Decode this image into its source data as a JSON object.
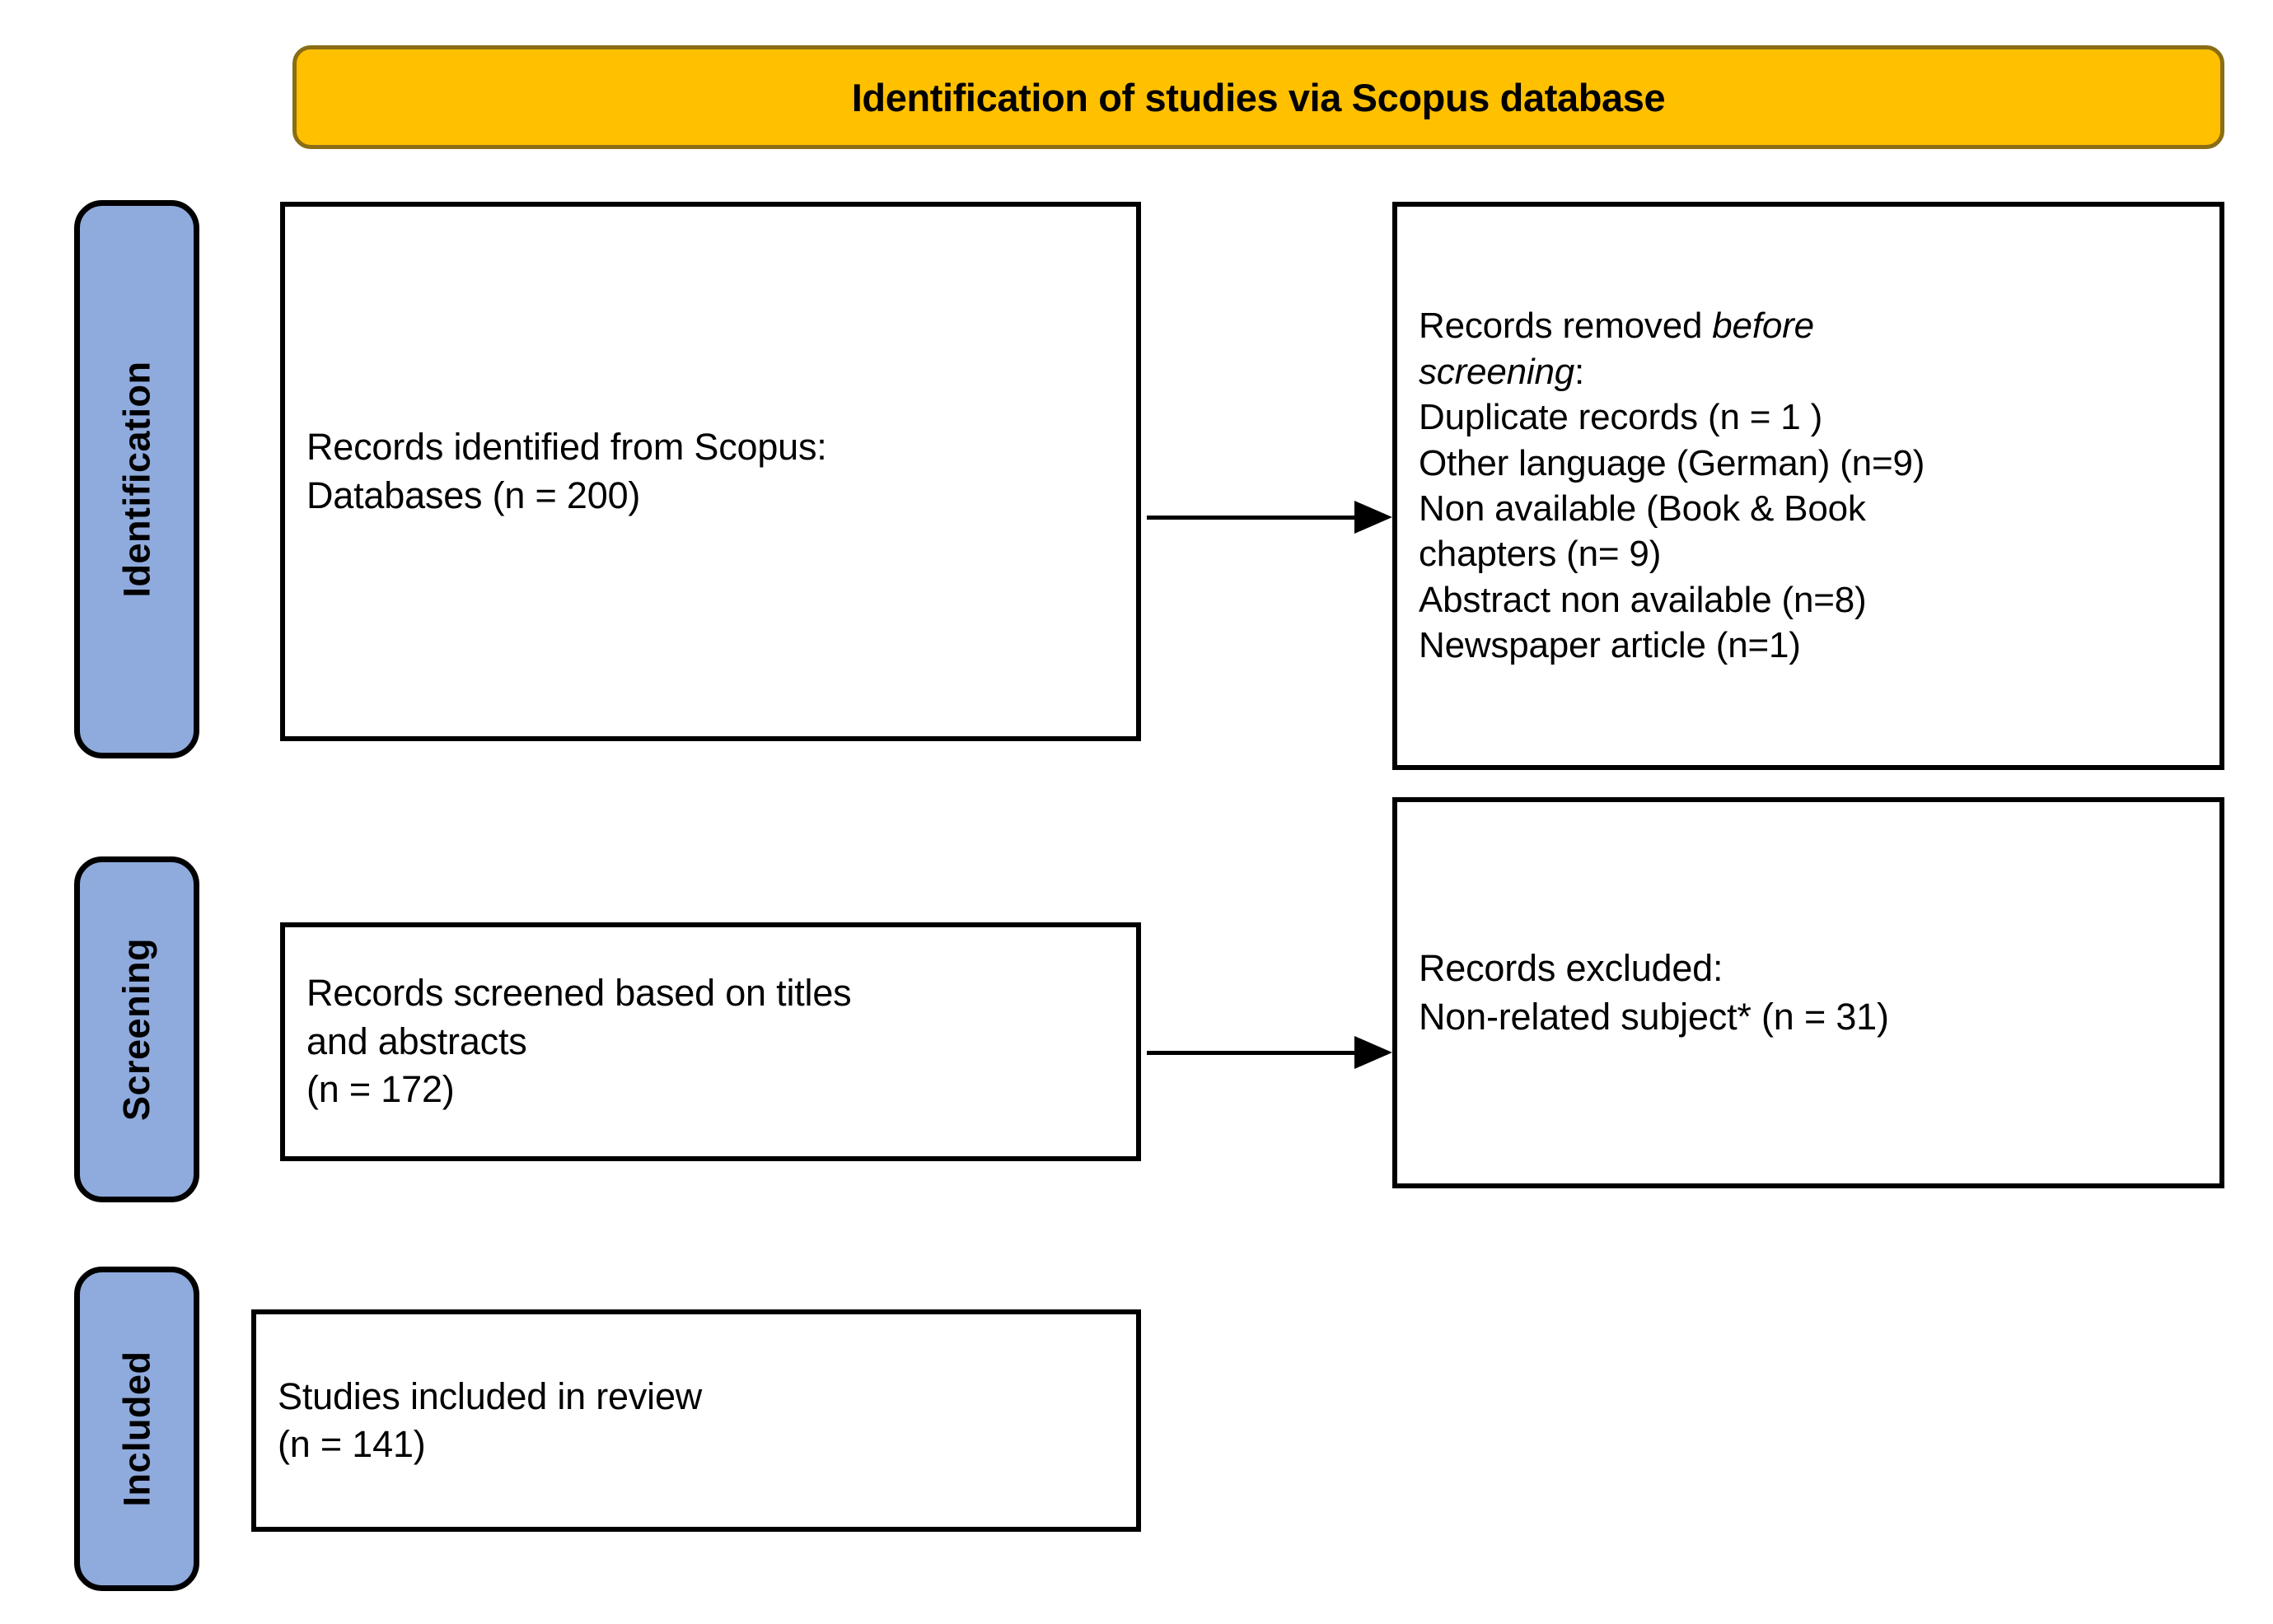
{
  "banner": {
    "title": "Identification of studies via Scopus database",
    "fill_color": "#FFC000",
    "border_color": "#8A6D14"
  },
  "stages": [
    {
      "id": "identification",
      "label": "Identification",
      "fill_color": "#8FAADC"
    },
    {
      "id": "screening",
      "label": "Screening",
      "fill_color": "#8FAADC"
    },
    {
      "id": "included",
      "label": "Included",
      "fill_color": "#8FAADC"
    }
  ],
  "boxes": {
    "identified": {
      "lines": [
        "Records identified from Scopus:",
        "Databases (n = 200)"
      ]
    },
    "removed": {
      "heading_prefix": "Records removed ",
      "heading_italic_1": "before",
      "heading_italic_2": "screening",
      "heading_suffix": ":",
      "lines": [
        "Duplicate records (n = 1 )",
        "Other language (German) (n=9)",
        "Non available (Book & Book",
        "chapters (n= 9)",
        "Abstract non available  (n=8)",
        "Newspaper article (n=1)"
      ]
    },
    "screened": {
      "lines": [
        "Records screened based on titles",
        "and abstracts",
        "(n = 172)"
      ]
    },
    "excluded": {
      "lines": [
        "Records excluded:",
        "Non-related subject* (n = 31)"
      ]
    },
    "included": {
      "lines": [
        "Studies included in review",
        "(n = 141)"
      ]
    }
  },
  "arrows": [
    {
      "id": "identification-arrow",
      "direction": "right"
    },
    {
      "id": "screening-arrow",
      "direction": "right"
    }
  ],
  "chart_data": {
    "type": "flow-diagram",
    "title": "Identification of studies via Scopus database",
    "nodes": [
      {
        "stage": "Identification",
        "label": "Records identified from Scopus: Databases",
        "n": 200
      },
      {
        "stage": "Identification",
        "label": "Records removed before screening: Duplicate records",
        "n": 1
      },
      {
        "stage": "Identification",
        "label": "Records removed before screening: Other language (German)",
        "n": 9
      },
      {
        "stage": "Identification",
        "label": "Records removed before screening: Non available (Book & Book chapters",
        "n": 9
      },
      {
        "stage": "Identification",
        "label": "Records removed before screening: Abstract non available",
        "n": 8
      },
      {
        "stage": "Identification",
        "label": "Records removed before screening: Newspaper article",
        "n": 1
      },
      {
        "stage": "Screening",
        "label": "Records screened based on titles and abstracts",
        "n": 172
      },
      {
        "stage": "Screening",
        "label": "Records excluded: Non-related subject*",
        "n": 31
      },
      {
        "stage": "Included",
        "label": "Studies included in review",
        "n": 141
      }
    ],
    "edges": [
      {
        "from": "Records identified from Scopus: Databases",
        "to": "Records removed before screening"
      },
      {
        "from": "Records screened based on titles and abstracts",
        "to": "Records excluded: Non-related subject*"
      }
    ]
  }
}
